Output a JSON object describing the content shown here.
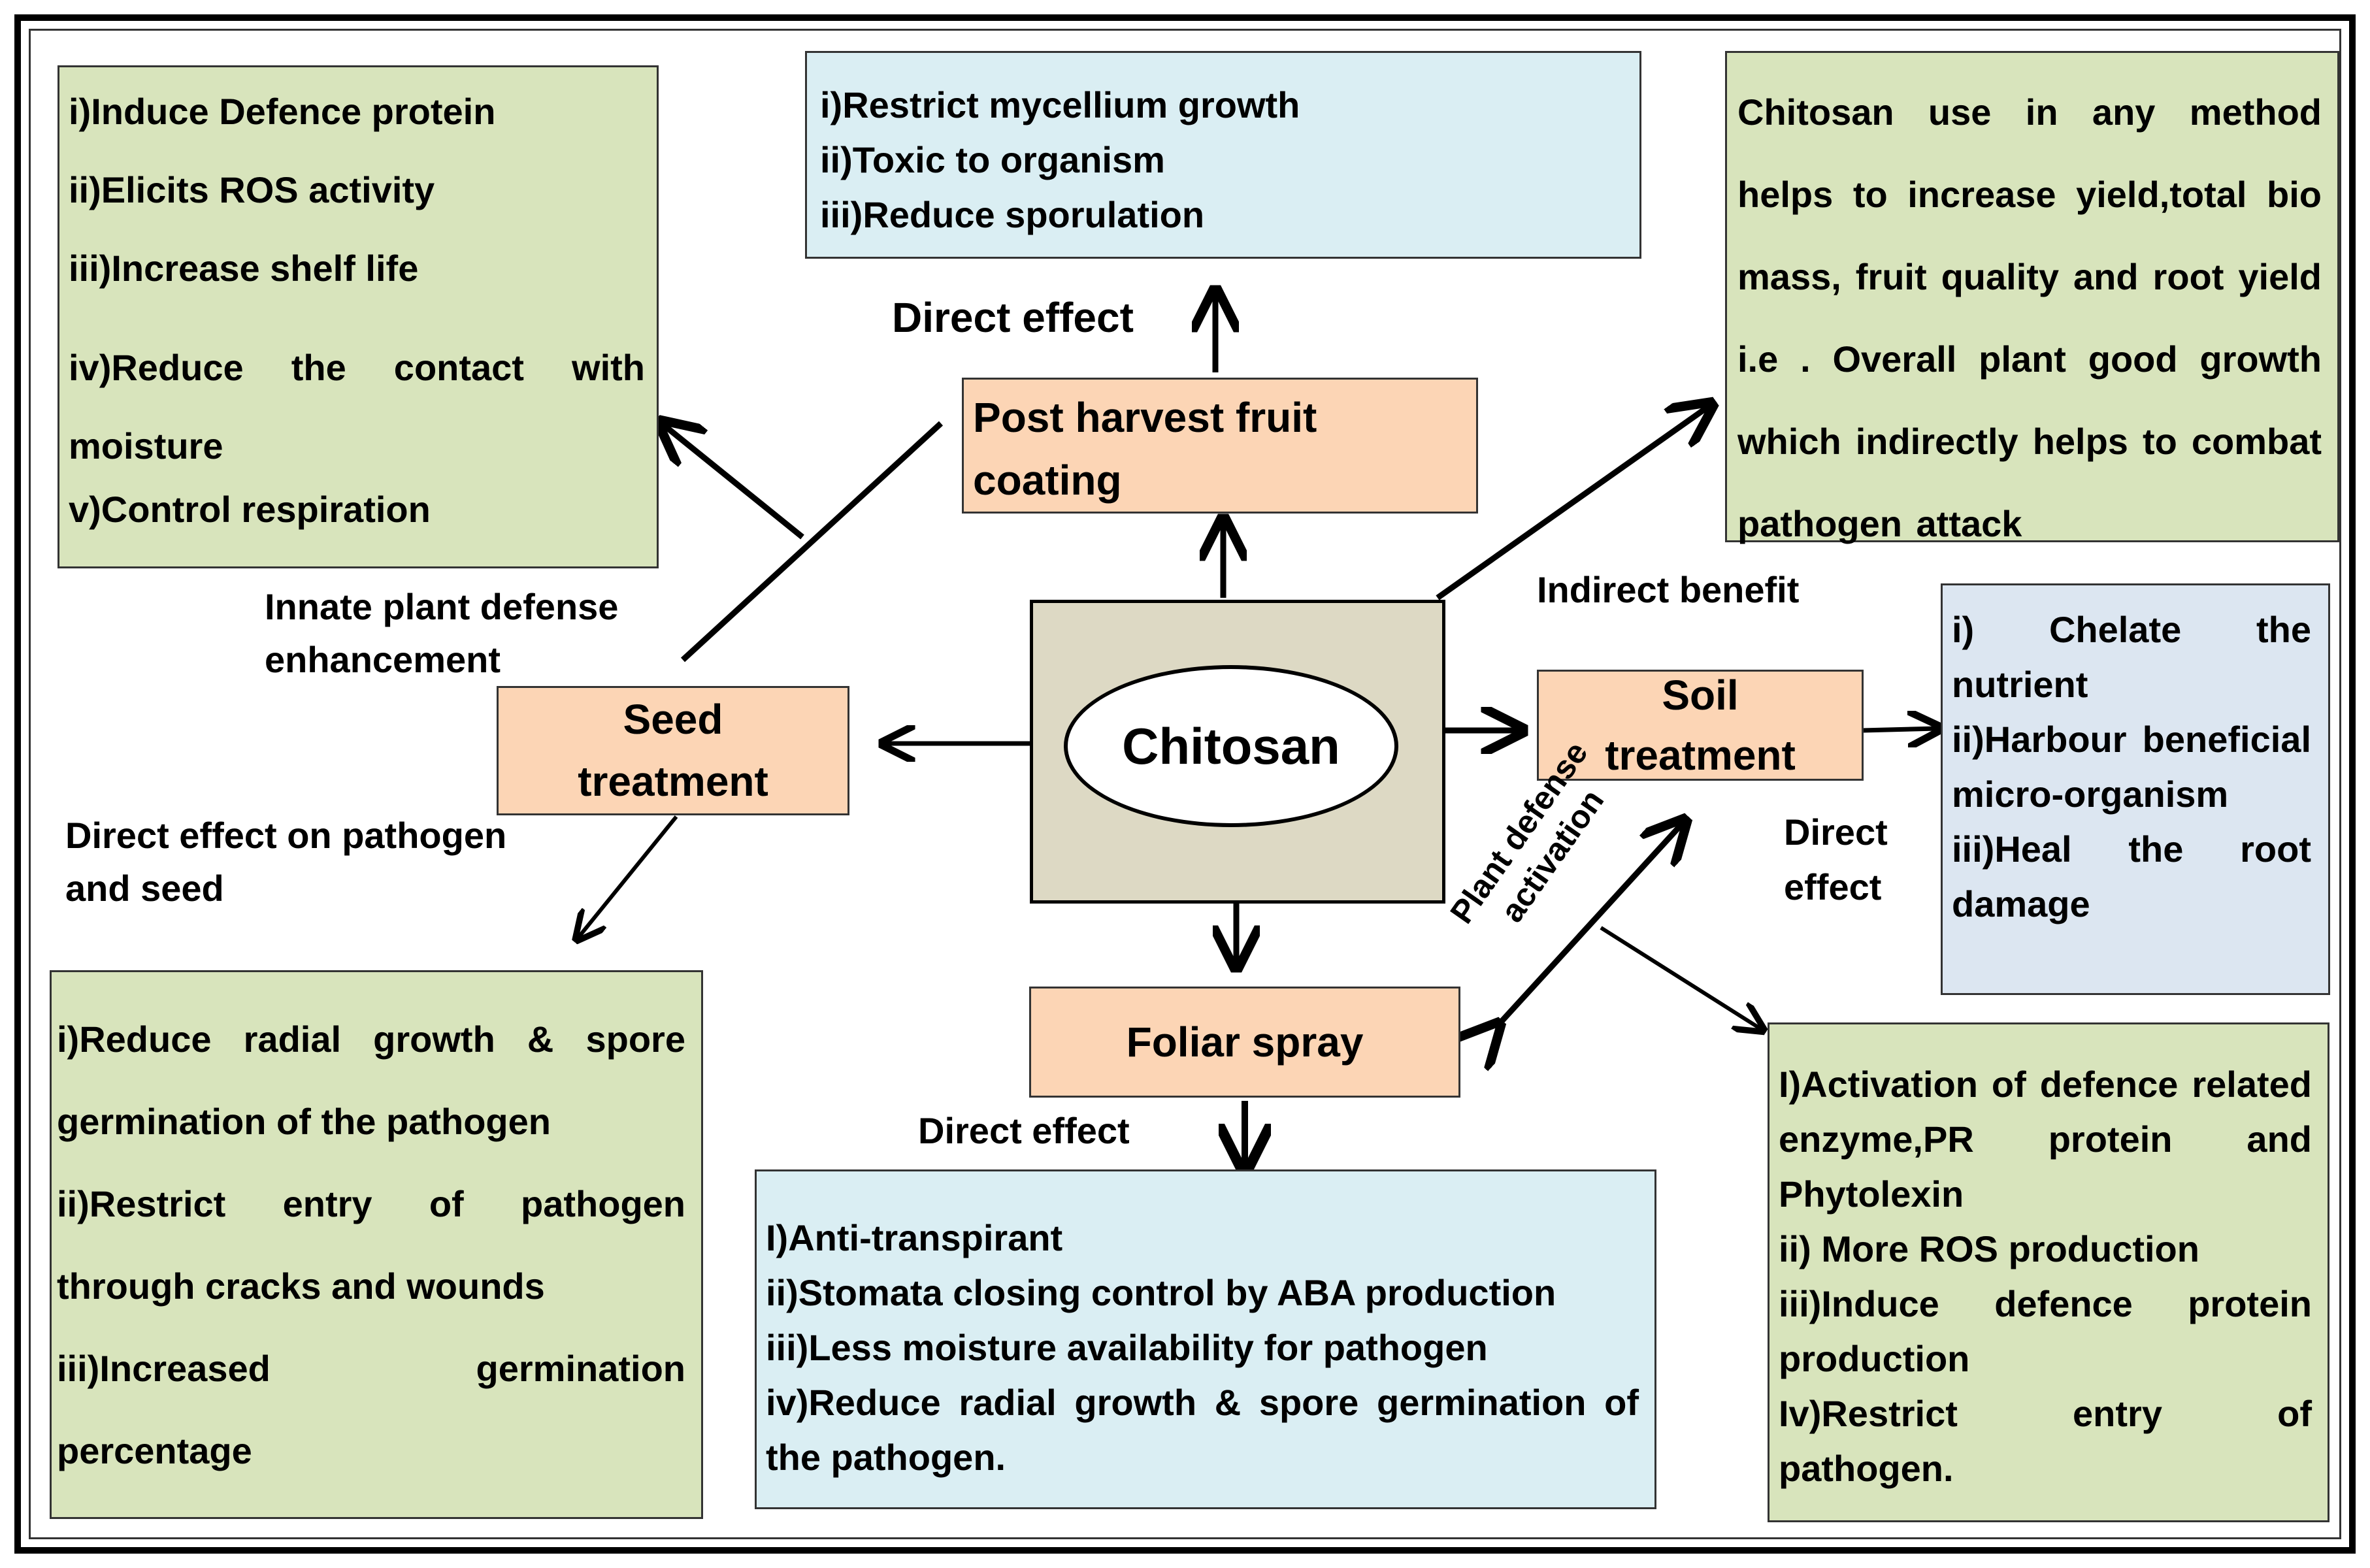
{
  "center": {
    "label": "Chitosan"
  },
  "methods": {
    "post_harvest": "Post harvest fruit coating",
    "seed": "Seed treatment",
    "soil": "Soil treatment",
    "foliar": "Foliar spray"
  },
  "labels": {
    "direct_effect_top": "Direct effect",
    "innate_defense": "Innate plant defense enhancement",
    "direct_effect_pathogen_seed": "Direct effect on pathogen and seed",
    "indirect_benefit": "Indirect benefit",
    "direct_effect_soil": "Direct effect",
    "plant_defense_activation": "Plant defense activation",
    "direct_effect_foliar": "Direct effect"
  },
  "boxes": {
    "top_left": [
      "i)Induce Defence protein",
      "ii)Elicits ROS activity",
      "iii)Increase shelf life",
      "iv)Reduce the contact with moisture",
      "v)Control respiration"
    ],
    "top_center": [
      "i)Restrict mycellium growth",
      "ii)Toxic to organism",
      "iii)Reduce sporulation"
    ],
    "top_right": "Chitosan use in any method helps to increase yield,total bio mass, fruit quality and root yield i.e . Overall plant good growth which indirectly helps to combat pathogen attack",
    "right_soil": [
      "i) Chelate the nutrient",
      "ii)Harbour beneficial micro-organism",
      "iii)Heal the root damage"
    ],
    "bottom_left": [
      "i)Reduce radial growth & spore germination of the pathogen",
      "ii)Restrict entry of pathogen through cracks and wounds",
      "iii)Increased germination percentage"
    ],
    "bottom_center": [
      "I)Anti-transpirant",
      "ii)Stomata closing control by ABA production",
      "iii)Less moisture availability for pathogen",
      "iv)Reduce radial growth & spore germination of the pathogen."
    ],
    "bottom_right": [
      "I)Activation of defence related enzyme,PR protein and Phytolexin",
      "ii) More ROS production",
      "iii)Induce defence protein production",
      "Iv)Restrict entry of pathogen."
    ]
  },
  "colors": {
    "green_box": "#d8e4bc",
    "blue_box": "#daeef3",
    "steel_box": "#dce6f1",
    "method_box": "#fcd5b5",
    "center_square": "#ddd9c4"
  }
}
